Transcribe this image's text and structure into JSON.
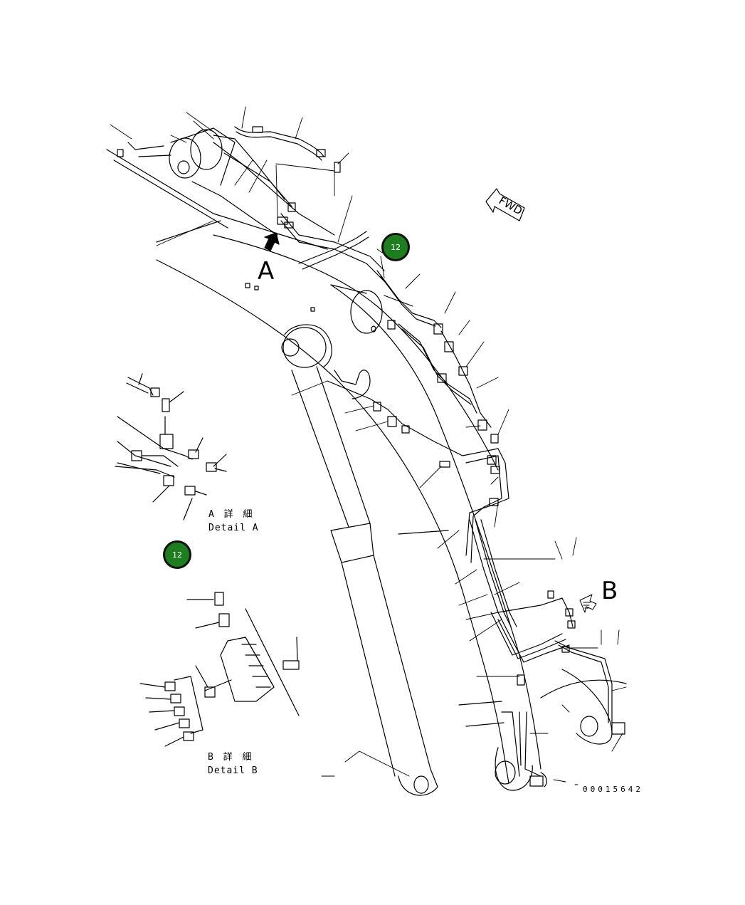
{
  "callouts": [
    {
      "label": "12"
    },
    {
      "label": "12"
    }
  ],
  "view_arrows": {
    "a": "A",
    "b": "B",
    "fwd": "FWD"
  },
  "details": {
    "a_jp": "A 詳 細",
    "a_en": "Detail A",
    "b_jp": "B 詳 細",
    "b_en": "Detail B"
  },
  "part_number": "00015642",
  "colors": {
    "callout_fill": "#1e7d1e",
    "callout_border": "#111111",
    "line": "#000000"
  }
}
